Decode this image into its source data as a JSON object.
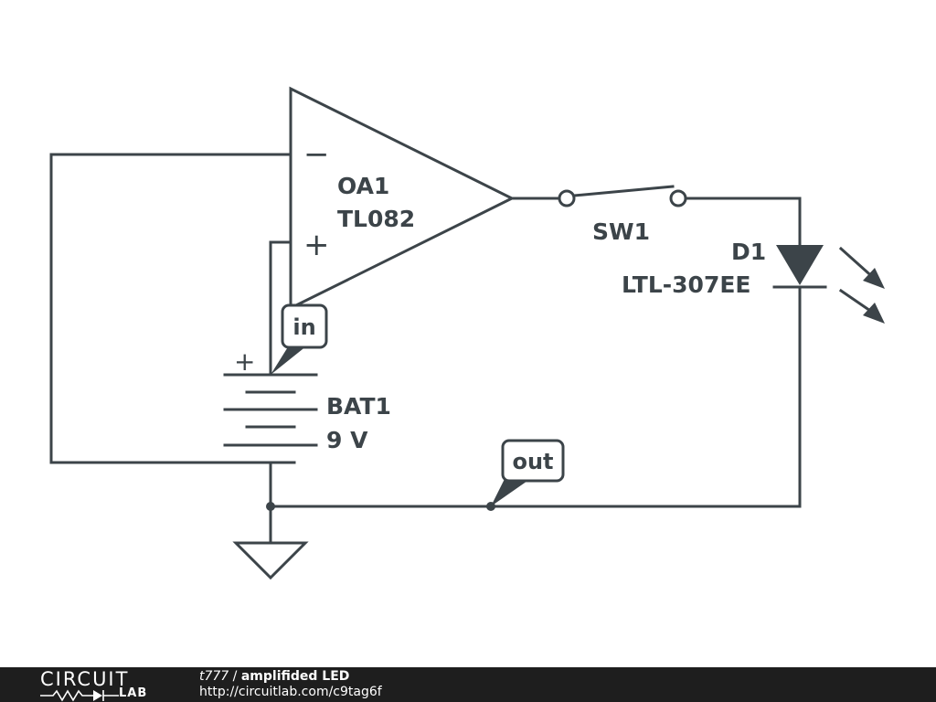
{
  "components": {
    "opamp": {
      "name": "OA1",
      "part": "TL082",
      "minus": "−",
      "plus": "+"
    },
    "switch": {
      "name": "SW1"
    },
    "led": {
      "name": "D1",
      "part": "LTL-307EE"
    },
    "battery": {
      "name": "BAT1",
      "value": "9 V",
      "plus": "+"
    }
  },
  "probes": {
    "in": "in",
    "out": "out"
  },
  "footer": {
    "logo_top": "CIRCUIT",
    "logo_bottom": "LAB",
    "author": "t777",
    "separator": " / ",
    "title": "amplifided LED",
    "url": "http://circuitlab.com/c9tag6f"
  },
  "colors": {
    "ink": "#3c4449",
    "footer_bg": "#1e1e1e"
  }
}
